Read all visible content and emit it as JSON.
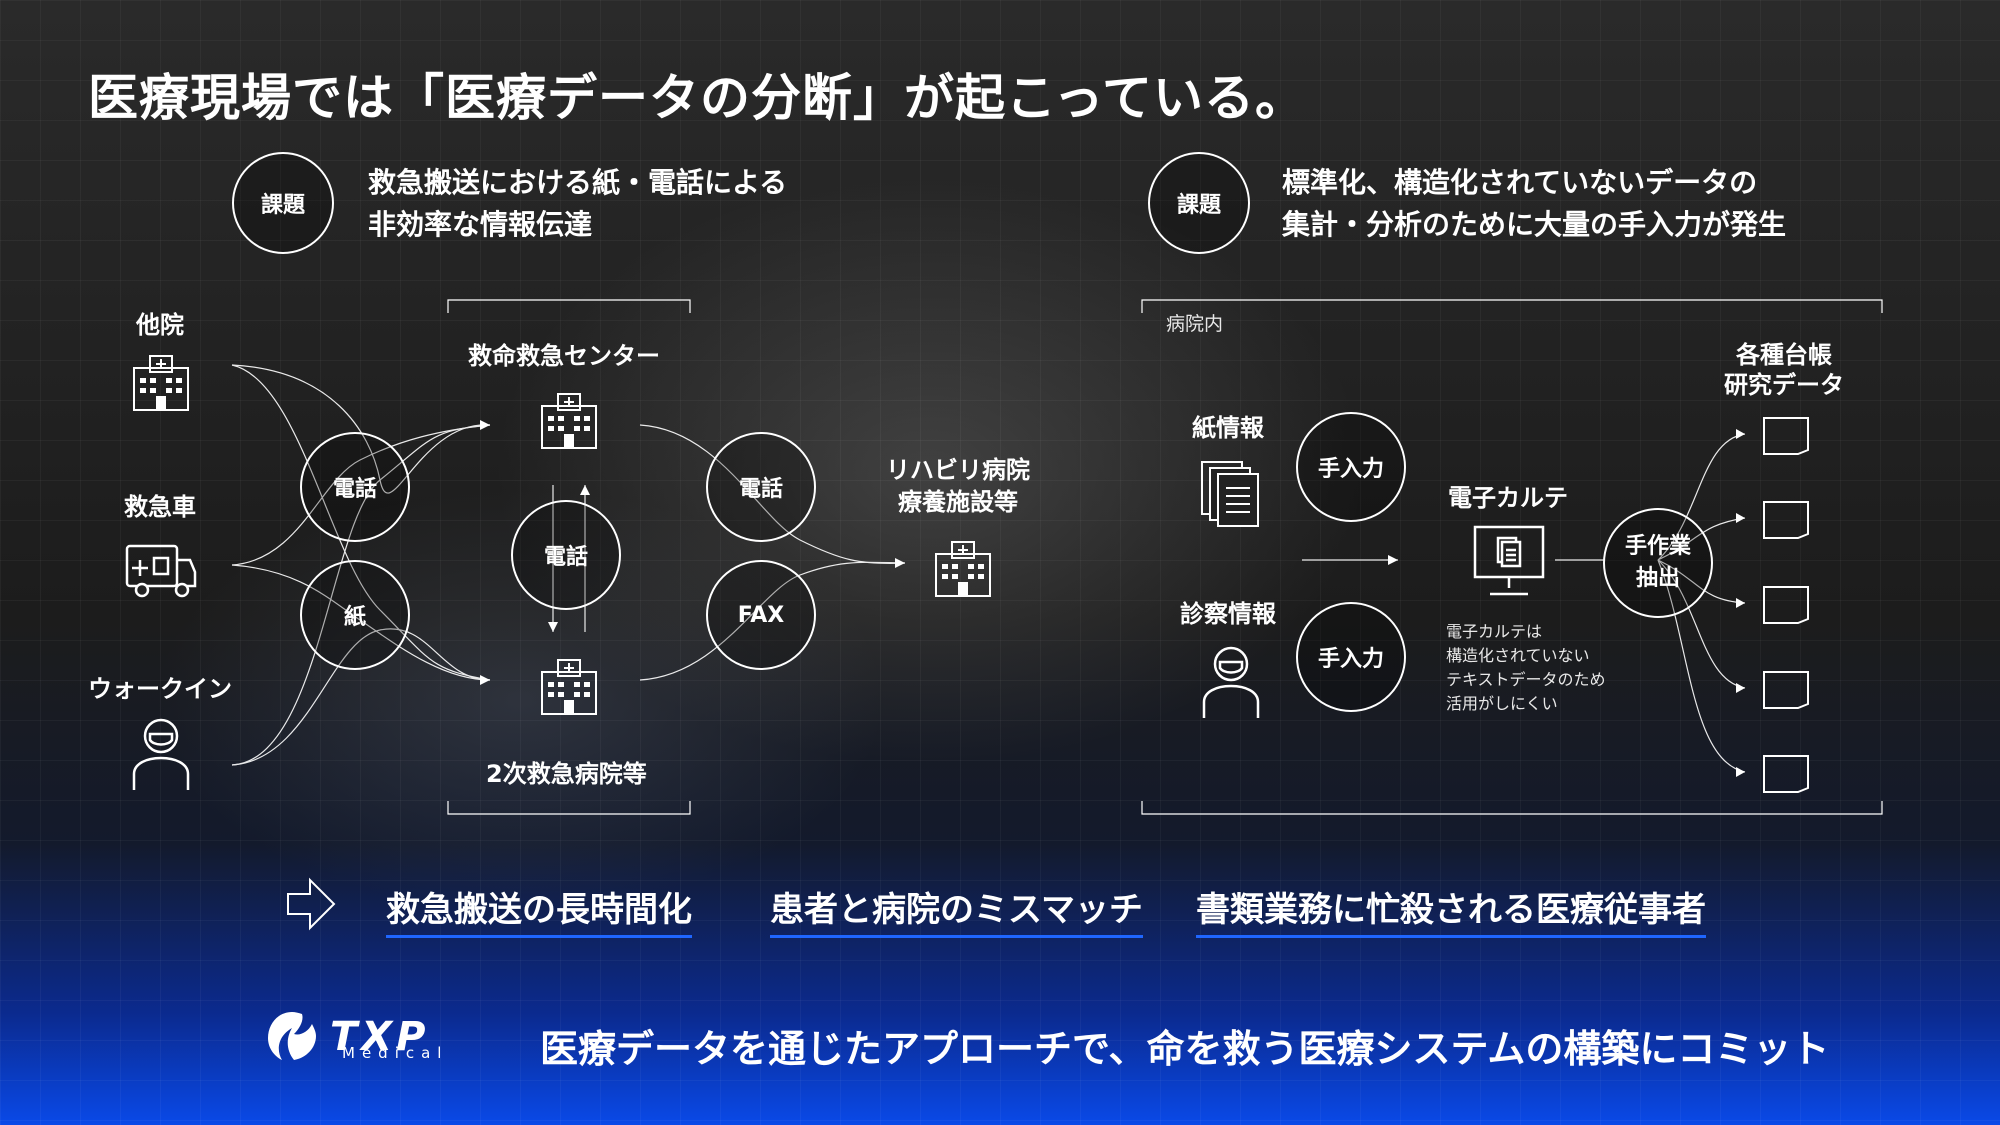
{
  "title": "医療現場では「医療データの分断」が起こっている。",
  "issues": [
    {
      "badge": "課題",
      "line1": "救急搬送における紙・電話による",
      "line2": "非効率な情報伝達"
    },
    {
      "badge": "課題",
      "line1": "標準化、構造化されていないデータの",
      "line2": "集計・分析のために大量の手入力が発生"
    }
  ],
  "left_diagram": {
    "sources": [
      "他院",
      "救急車",
      "ウォークイン"
    ],
    "channels": [
      "電話",
      "紙"
    ],
    "center_top": "救命救急センター",
    "center_mid": "電話",
    "center_bottom": "2次救急病院等",
    "out_channels": [
      "電話",
      "FAX"
    ],
    "destination_line1": "リハビリ病院",
    "destination_line2": "療養施設等"
  },
  "right_diagram": {
    "bracket_label": "病院内",
    "paper": "紙情報",
    "exam": "診察情報",
    "manual": "手入力",
    "emr": "電子カルテ",
    "emr_note": [
      "電子カルテは",
      "構造化されていない",
      "テキストデータのため",
      "活用がしにくい"
    ],
    "extract_line1": "手作業",
    "extract_line2": "抽出",
    "output_line1": "各種台帳",
    "output_line2": "研究データ"
  },
  "results": [
    "救急搬送の長時間化",
    "患者と病院のミスマッチ",
    "書類業務に忙殺される医療従事者"
  ],
  "logo": {
    "name": "TXP",
    "sub": "Medical"
  },
  "bottom_message": "医療データを通じたアプローチで、命を救う医療システムの構築にコミット",
  "colors": {
    "accent": "#1f66ff",
    "bottom_gradient": "#0a49e8"
  },
  "icons": [
    "hospital-icon",
    "ambulance-icon",
    "person-icon",
    "documents-icon",
    "computer-icon",
    "document-icon",
    "arrow-right-icon",
    "logo-mark-icon"
  ]
}
